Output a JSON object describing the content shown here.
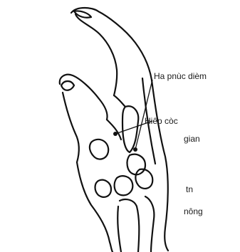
{
  "labels": {
    "ha_phuc_diem": "Ha pnùc dièm",
    "hiep_coc": "Hiêp còc",
    "gian": "gian",
    "tri": "tn",
    "nong": "nông"
  }
}
